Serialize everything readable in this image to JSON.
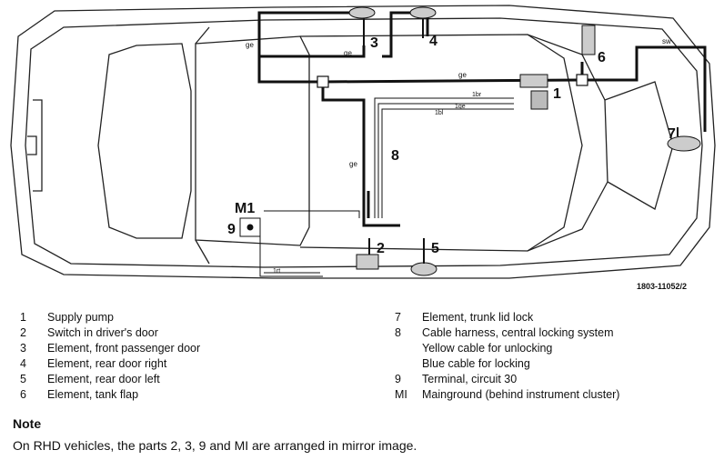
{
  "diagram": {
    "callouts": [
      "1",
      "2",
      "3",
      "4",
      "5",
      "6",
      "7",
      "8",
      "9",
      "M1"
    ],
    "wire_labels": {
      "ge": "ge",
      "sw": "sw",
      "br": "1br",
      "ge_small": "1ge",
      "bl": "1bl",
      "rt": "1rt"
    },
    "ref_code": "1803-11052/2"
  },
  "legend": {
    "left": [
      {
        "n": "1",
        "t": "Supply pump"
      },
      {
        "n": "2",
        "t": "Switch in driver's door"
      },
      {
        "n": "3",
        "t": "Element, front passenger door"
      },
      {
        "n": "4",
        "t": "Element, rear door right"
      },
      {
        "n": "5",
        "t": "Element, rear door left"
      },
      {
        "n": "6",
        "t": "Element, tank flap"
      }
    ],
    "right": [
      {
        "n": "7",
        "t": "Element, trunk lid lock"
      },
      {
        "n": "8",
        "t": "Cable harness, central locking system"
      },
      {
        "n": "",
        "t": "Yellow cable for unlocking"
      },
      {
        "n": "",
        "t": "Blue cable for locking"
      },
      {
        "n": "9",
        "t": "Terminal, circuit 30"
      },
      {
        "n": "MI",
        "t": "Mainground (behind instrument cluster)"
      }
    ]
  },
  "note": {
    "title": "Note",
    "text": "On RHD vehicles, the parts 2, 3, 9 and MI are arranged in mirror image."
  }
}
